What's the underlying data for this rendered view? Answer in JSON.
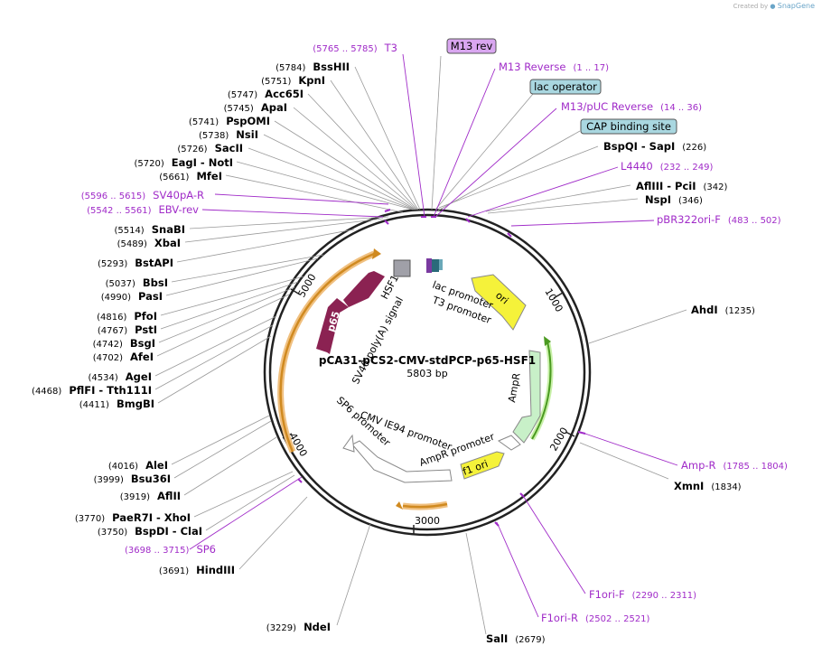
{
  "credit": {
    "prefix": "Created by",
    "brand": "SnapGene"
  },
  "plasmid": {
    "name": "pCA31-pCS2-CMV-stdPCP-p65-HSF1",
    "size": "5803 bp"
  },
  "ticks": [
    "1000",
    "2000",
    "3000",
    "4000",
    "5000"
  ],
  "colors": {
    "primer": "#a02bc8",
    "site": "#000000",
    "ring": "#222222",
    "leader": "#888888"
  },
  "sites": [
    {
      "name": "BssHII",
      "pos": "(5784)"
    },
    {
      "name": "KpnI",
      "pos": "(5751)"
    },
    {
      "name": "Acc65I",
      "pos": "(5747)"
    },
    {
      "name": "ApaI",
      "pos": "(5745)"
    },
    {
      "name": "PspOMI",
      "pos": "(5741)"
    },
    {
      "name": "NsiI",
      "pos": "(5738)"
    },
    {
      "name": "SacII",
      "pos": "(5726)"
    },
    {
      "name": "EagI - NotI",
      "pos": "(5720)"
    },
    {
      "name": "MfeI",
      "pos": "(5661)"
    },
    {
      "name": "SnaBI",
      "pos": "(5514)"
    },
    {
      "name": "XbaI",
      "pos": "(5489)"
    },
    {
      "name": "BstAPI",
      "pos": "(5293)"
    },
    {
      "name": "BbsI",
      "pos": "(5037)"
    },
    {
      "name": "PasI",
      "pos": "(4990)"
    },
    {
      "name": "PfoI",
      "pos": "(4816)"
    },
    {
      "name": "PstI",
      "pos": "(4767)"
    },
    {
      "name": "BsgI",
      "pos": "(4742)"
    },
    {
      "name": "AfeI",
      "pos": "(4702)"
    },
    {
      "name": "AgeI",
      "pos": "(4534)"
    },
    {
      "name": "PflFI - Tth111I",
      "pos": "(4468)"
    },
    {
      "name": "BmgBI",
      "pos": "(4411)"
    },
    {
      "name": "AleI",
      "pos": "(4016)"
    },
    {
      "name": "Bsu36I",
      "pos": "(3999)"
    },
    {
      "name": "AflII",
      "pos": "(3919)"
    },
    {
      "name": "PaeR7I - XhoI",
      "pos": "(3770)"
    },
    {
      "name": "BspDI - ClaI",
      "pos": "(3750)"
    },
    {
      "name": "HindIII",
      "pos": "(3691)"
    },
    {
      "name": "NdeI",
      "pos": "(3229)"
    },
    {
      "name": "SalI",
      "pos": "(2679)"
    },
    {
      "name": "XmnI",
      "pos": "(1834)"
    },
    {
      "name": "AhdI",
      "pos": "(1235)"
    },
    {
      "name": "NspI",
      "pos": "(346)"
    },
    {
      "name": "AflIII - PciI",
      "pos": "(342)"
    },
    {
      "name": "BspQI - SapI",
      "pos": "(226)"
    }
  ],
  "primers": [
    {
      "name": "T3",
      "pos": "(5765 .. 5785)"
    },
    {
      "name": "M13 Reverse",
      "pos": "(1 .. 17)"
    },
    {
      "name": "M13/pUC Reverse",
      "pos": "(14 .. 36)"
    },
    {
      "name": "L4440",
      "pos": "(232 .. 249)"
    },
    {
      "name": "pBR322ori-F",
      "pos": "(483 .. 502)"
    },
    {
      "name": "SV40pA-R",
      "pos": "(5596 .. 5615)"
    },
    {
      "name": "EBV-rev",
      "pos": "(5542 .. 5561)"
    },
    {
      "name": "SP6",
      "pos": "(3698 .. 3715)"
    },
    {
      "name": "Amp-R",
      "pos": "(1785 .. 1804)"
    },
    {
      "name": "F1ori-F",
      "pos": "(2290 .. 2311)"
    },
    {
      "name": "F1ori-R",
      "pos": "(2502 .. 2521)"
    }
  ],
  "boxed": [
    {
      "name": "M13 rev",
      "color": "#d9a6f0"
    },
    {
      "name": "lac operator",
      "color": "#a9d7e0"
    },
    {
      "name": "CAP binding site",
      "color": "#a9d7e0"
    }
  ],
  "features": {
    "p65": "p65",
    "hsf1": "HSF1",
    "sv40": "SV40 poly(A) signal",
    "lac": "lac promoter",
    "t3": "T3 promoter",
    "ori": "ori",
    "ampr": "AmpR",
    "amprp": "AmpR promoter",
    "f1": "f1 ori",
    "cmv": "CMV IE94 promoter",
    "sp6": "SP6 promoter"
  }
}
